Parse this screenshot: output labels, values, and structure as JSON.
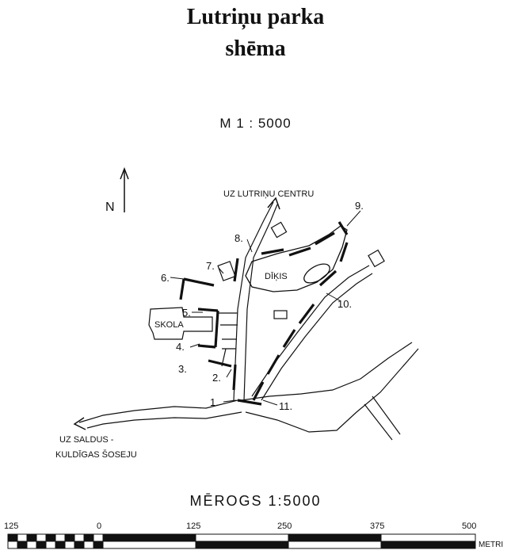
{
  "title": {
    "line1": "Lutriņu parka",
    "line2": "shēma"
  },
  "scale_top": "M 1 : 5000",
  "north_label": "N",
  "labels": {
    "to_center": "UZ LUTRIŅU CENTRU",
    "to_highway_1": "UZ SALDUS -",
    "to_highway_2": "KULDĪGAS ŠOSEJU",
    "pond": "DĪĶIS",
    "school": "SKOLA"
  },
  "points": [
    "1.",
    "2.",
    "3.",
    "4.",
    "5.",
    "6.",
    "7.",
    "8.",
    "9.",
    "10.",
    "11."
  ],
  "scale_bottom": "MĒROGS  1:5000",
  "scalebar": {
    "ticks": [
      "125",
      "0",
      "125",
      "250",
      "375",
      "500"
    ],
    "unit": "METRI"
  },
  "colors": {
    "ink": "#111111",
    "paper": "#ffffff"
  }
}
